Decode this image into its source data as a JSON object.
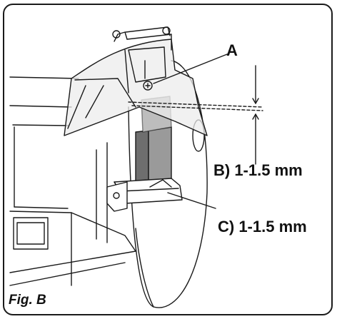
{
  "figure": {
    "caption": "Fig. B",
    "labels": {
      "a": "A",
      "b": "B) 1-1.5 mm",
      "c": "C) 1-1.5 mm"
    }
  },
  "colors": {
    "line": "#1a1a1a",
    "guard_tint": "#ececec",
    "wheel_face": "#6e6e6e",
    "wheel_side": "#9a9a9a"
  }
}
